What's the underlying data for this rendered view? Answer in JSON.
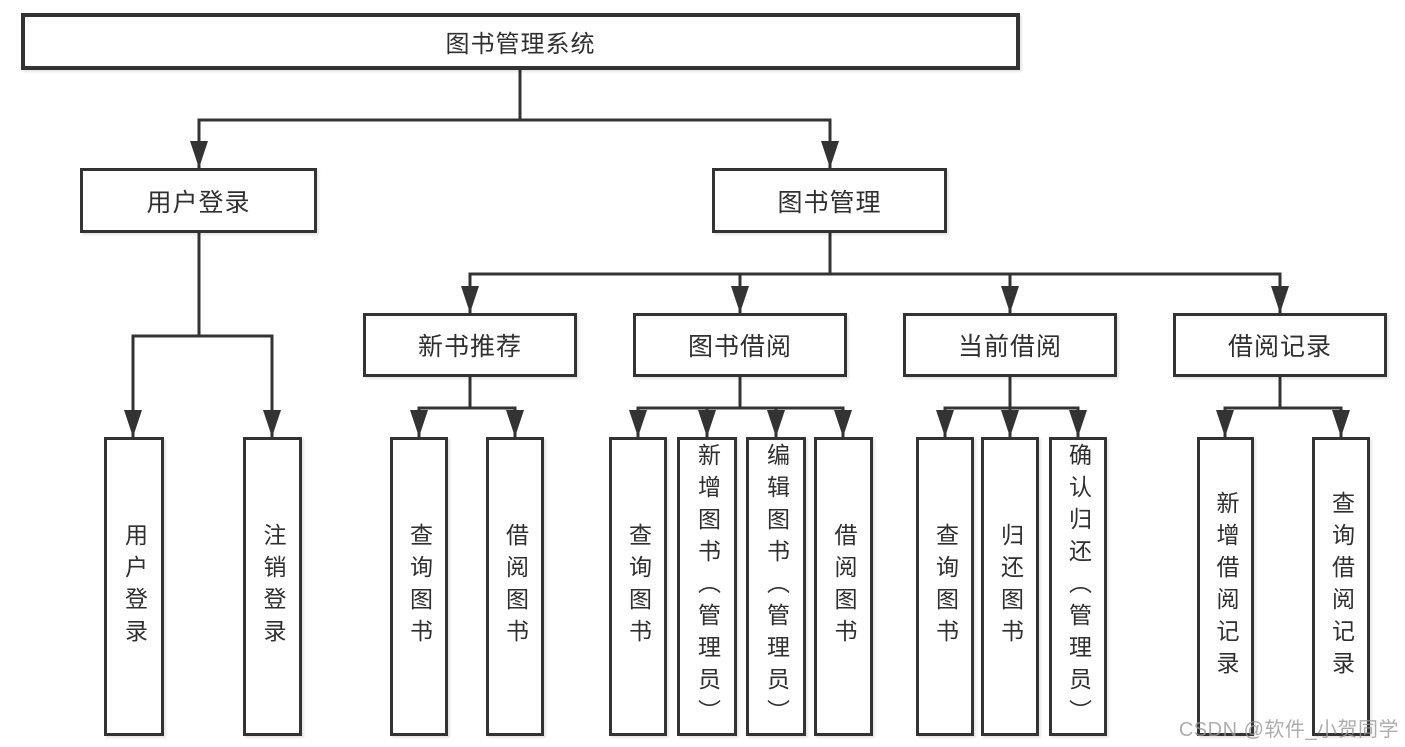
{
  "diagram": {
    "type": "hierarchy-tree",
    "watermark": "CSDN @软件_小贺同学",
    "colors": {
      "background": "#ffffff",
      "box_fill": "#ffffff",
      "box_border": "#333333",
      "line": "#333333",
      "text": "#2f2f2f",
      "watermark": "#989898"
    },
    "tree": {
      "label": "图书管理系统",
      "children": [
        {
          "label": "用户登录",
          "children": [
            {
              "label": "用户登录"
            },
            {
              "label": "注销登录"
            }
          ]
        },
        {
          "label": "图书管理",
          "children": [
            {
              "label": "新书推荐",
              "children": [
                {
                  "label": "查询图书"
                },
                {
                  "label": "借阅图书"
                }
              ]
            },
            {
              "label": "图书借阅",
              "children": [
                {
                  "label": "查询图书"
                },
                {
                  "label": "新增图书（管理员）"
                },
                {
                  "label": "编辑图书（管理员）"
                },
                {
                  "label": "借阅图书"
                }
              ]
            },
            {
              "label": "当前借阅",
              "children": [
                {
                  "label": "查询图书"
                },
                {
                  "label": "归还图书"
                },
                {
                  "label": "确认归还（管理员）"
                }
              ]
            },
            {
              "label": "借阅记录",
              "children": [
                {
                  "label": "新增借阅记录"
                },
                {
                  "label": "查询借阅记录"
                }
              ]
            }
          ]
        }
      ]
    }
  }
}
